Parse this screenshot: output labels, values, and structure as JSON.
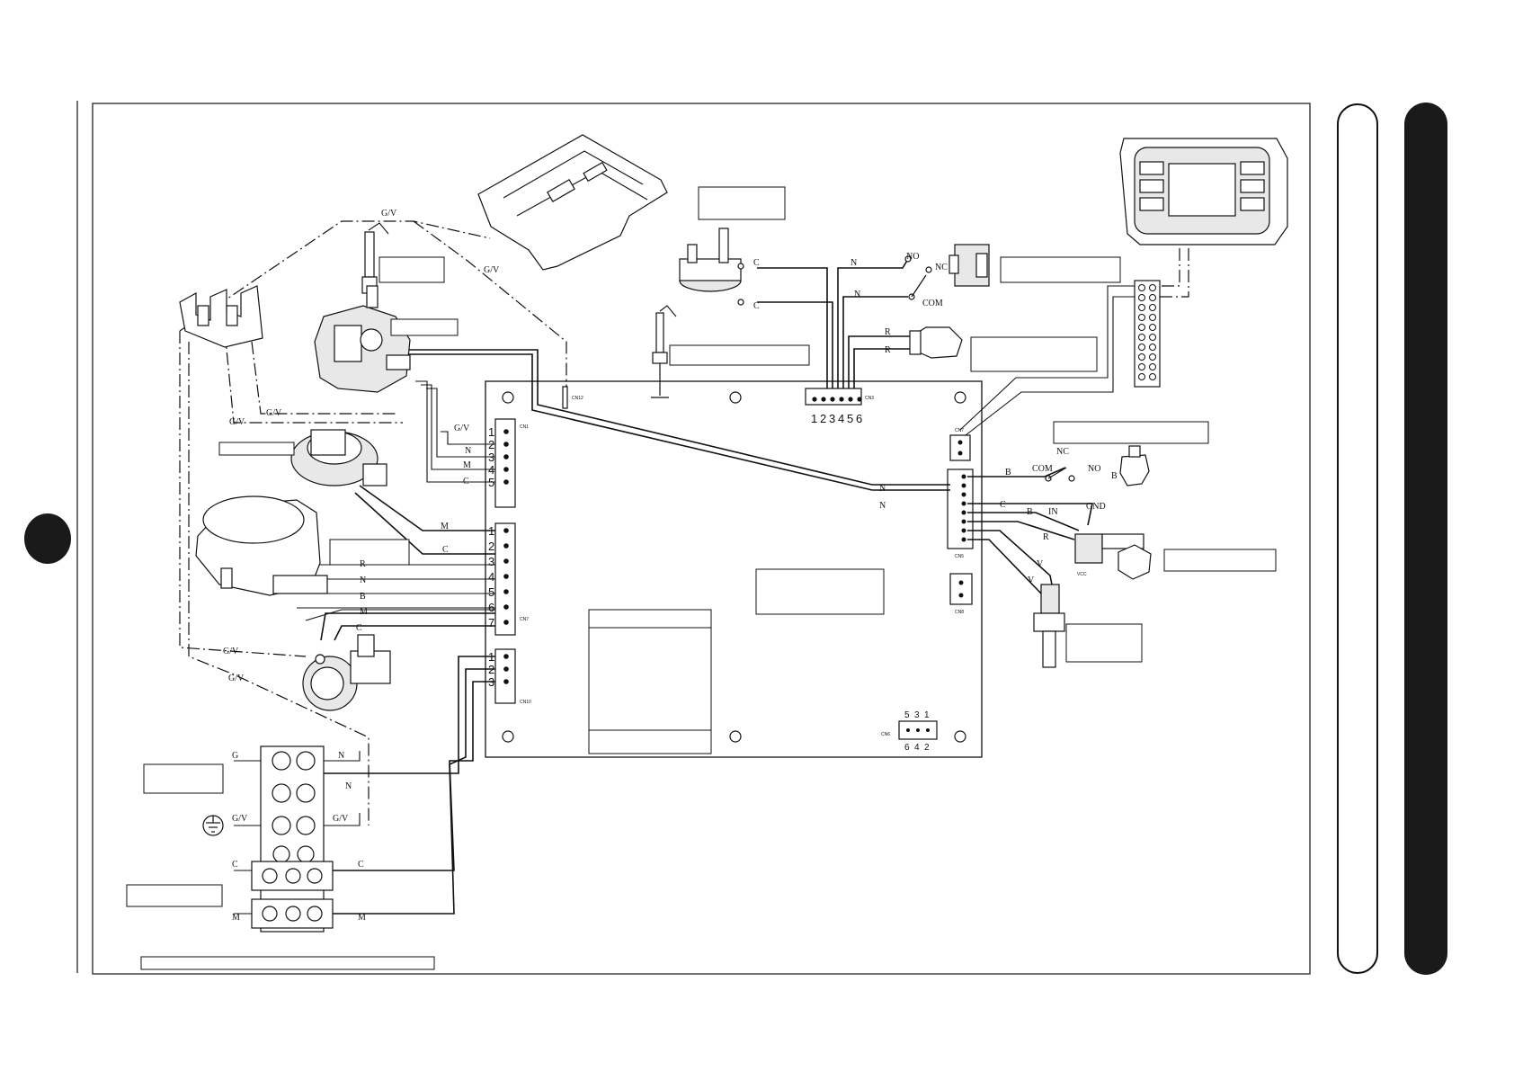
{
  "connectors": {
    "cn1_pins": [
      "1",
      "2",
      "3",
      "4",
      "5"
    ],
    "cn4_pins": [
      "1",
      "2",
      "3",
      "4",
      "5",
      "6",
      "7"
    ],
    "cn10_pins": [
      "1",
      "2",
      "3"
    ],
    "cn2_pins": [
      "1",
      "2",
      "3",
      "4",
      "5",
      "6"
    ],
    "cn6_top_pins": [
      "5",
      "3",
      "1"
    ],
    "cn6_bottom_pins": [
      "6",
      "4",
      "2"
    ]
  },
  "wire_labels": {
    "gv": "G/V",
    "n": "N",
    "m": "M",
    "c": "C",
    "r": "R",
    "b": "B",
    "g": "G",
    "v": "V",
    "in": "IN",
    "gnd": "GND",
    "no": "NO",
    "nc": "NC",
    "com": "COM"
  },
  "colors": {
    "line": "#111111",
    "background": "#ffffff",
    "tab": "#1a1a1a"
  },
  "icons": {
    "earth": "earth-ground-icon"
  }
}
